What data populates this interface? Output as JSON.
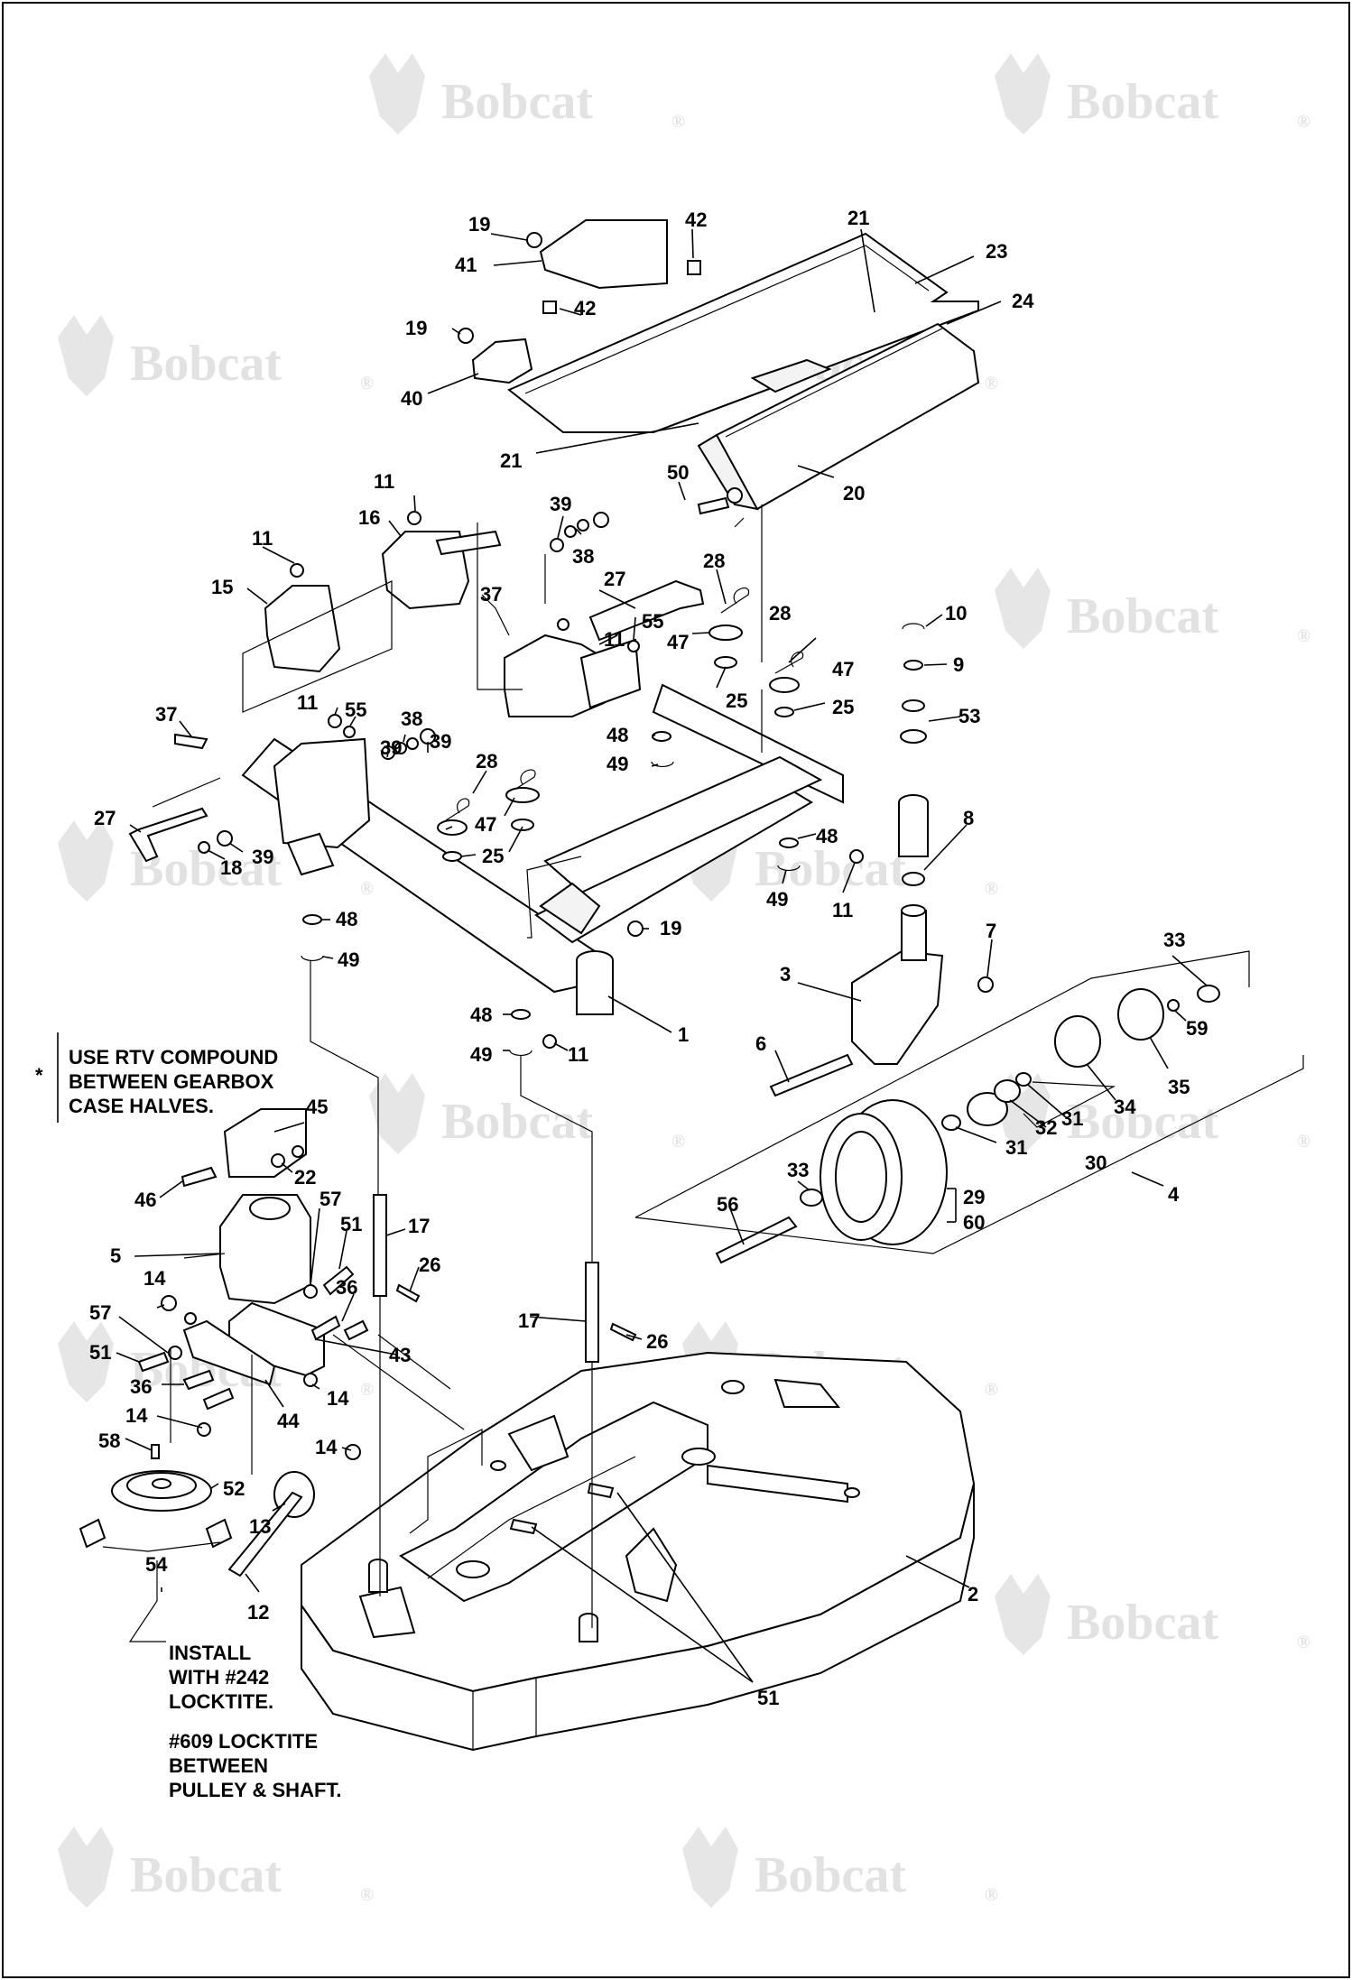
{
  "brand": {
    "watermark": "Bobcat",
    "registered": "®",
    "watermark_color": "#e2e2e2"
  },
  "notes": {
    "asterisk": "*",
    "rtv": [
      "USE RTV COMPOUND",
      "BETWEEN GEARBOX",
      "CASE HALVES."
    ],
    "install": [
      "INSTALL",
      "WITH #242",
      "LOCKTITE."
    ],
    "pulley": [
      "#609 LOCKTITE",
      "BETWEEN",
      "PULLEY & SHAFT."
    ]
  },
  "callouts": {
    "c1": "1",
    "c2": "2",
    "c3": "3",
    "c4": "4",
    "c5": "5",
    "c6": "6",
    "c7": "7",
    "c8": "8",
    "c9": "9",
    "c10": "10",
    "c11": "11",
    "c12": "12",
    "c13": "13",
    "c14": "14",
    "c15": "15",
    "c16": "16",
    "c17": "17",
    "c18": "18",
    "c19": "19",
    "c20": "20",
    "c21": "21",
    "c22": "22",
    "c23": "23",
    "c24": "24",
    "c25": "25",
    "c26": "26",
    "c27": "27",
    "c28": "28",
    "c29": "29",
    "c30": "30",
    "c31": "31",
    "c32": "32",
    "c33": "33",
    "c34": "34",
    "c35": "35",
    "c36": "36",
    "c37": "37",
    "c38": "38",
    "c39": "39",
    "c40": "40",
    "c41": "41",
    "c42": "42",
    "c43": "43",
    "c44": "44",
    "c45": "45",
    "c46": "46",
    "c47": "47",
    "c48": "48",
    "c49": "49",
    "c50": "50",
    "c51": "51",
    "c52": "52",
    "c53": "53",
    "c54": "54",
    "c55": "55",
    "c56": "56",
    "c57": "57",
    "c58": "58",
    "c59": "59",
    "c60": "60"
  }
}
